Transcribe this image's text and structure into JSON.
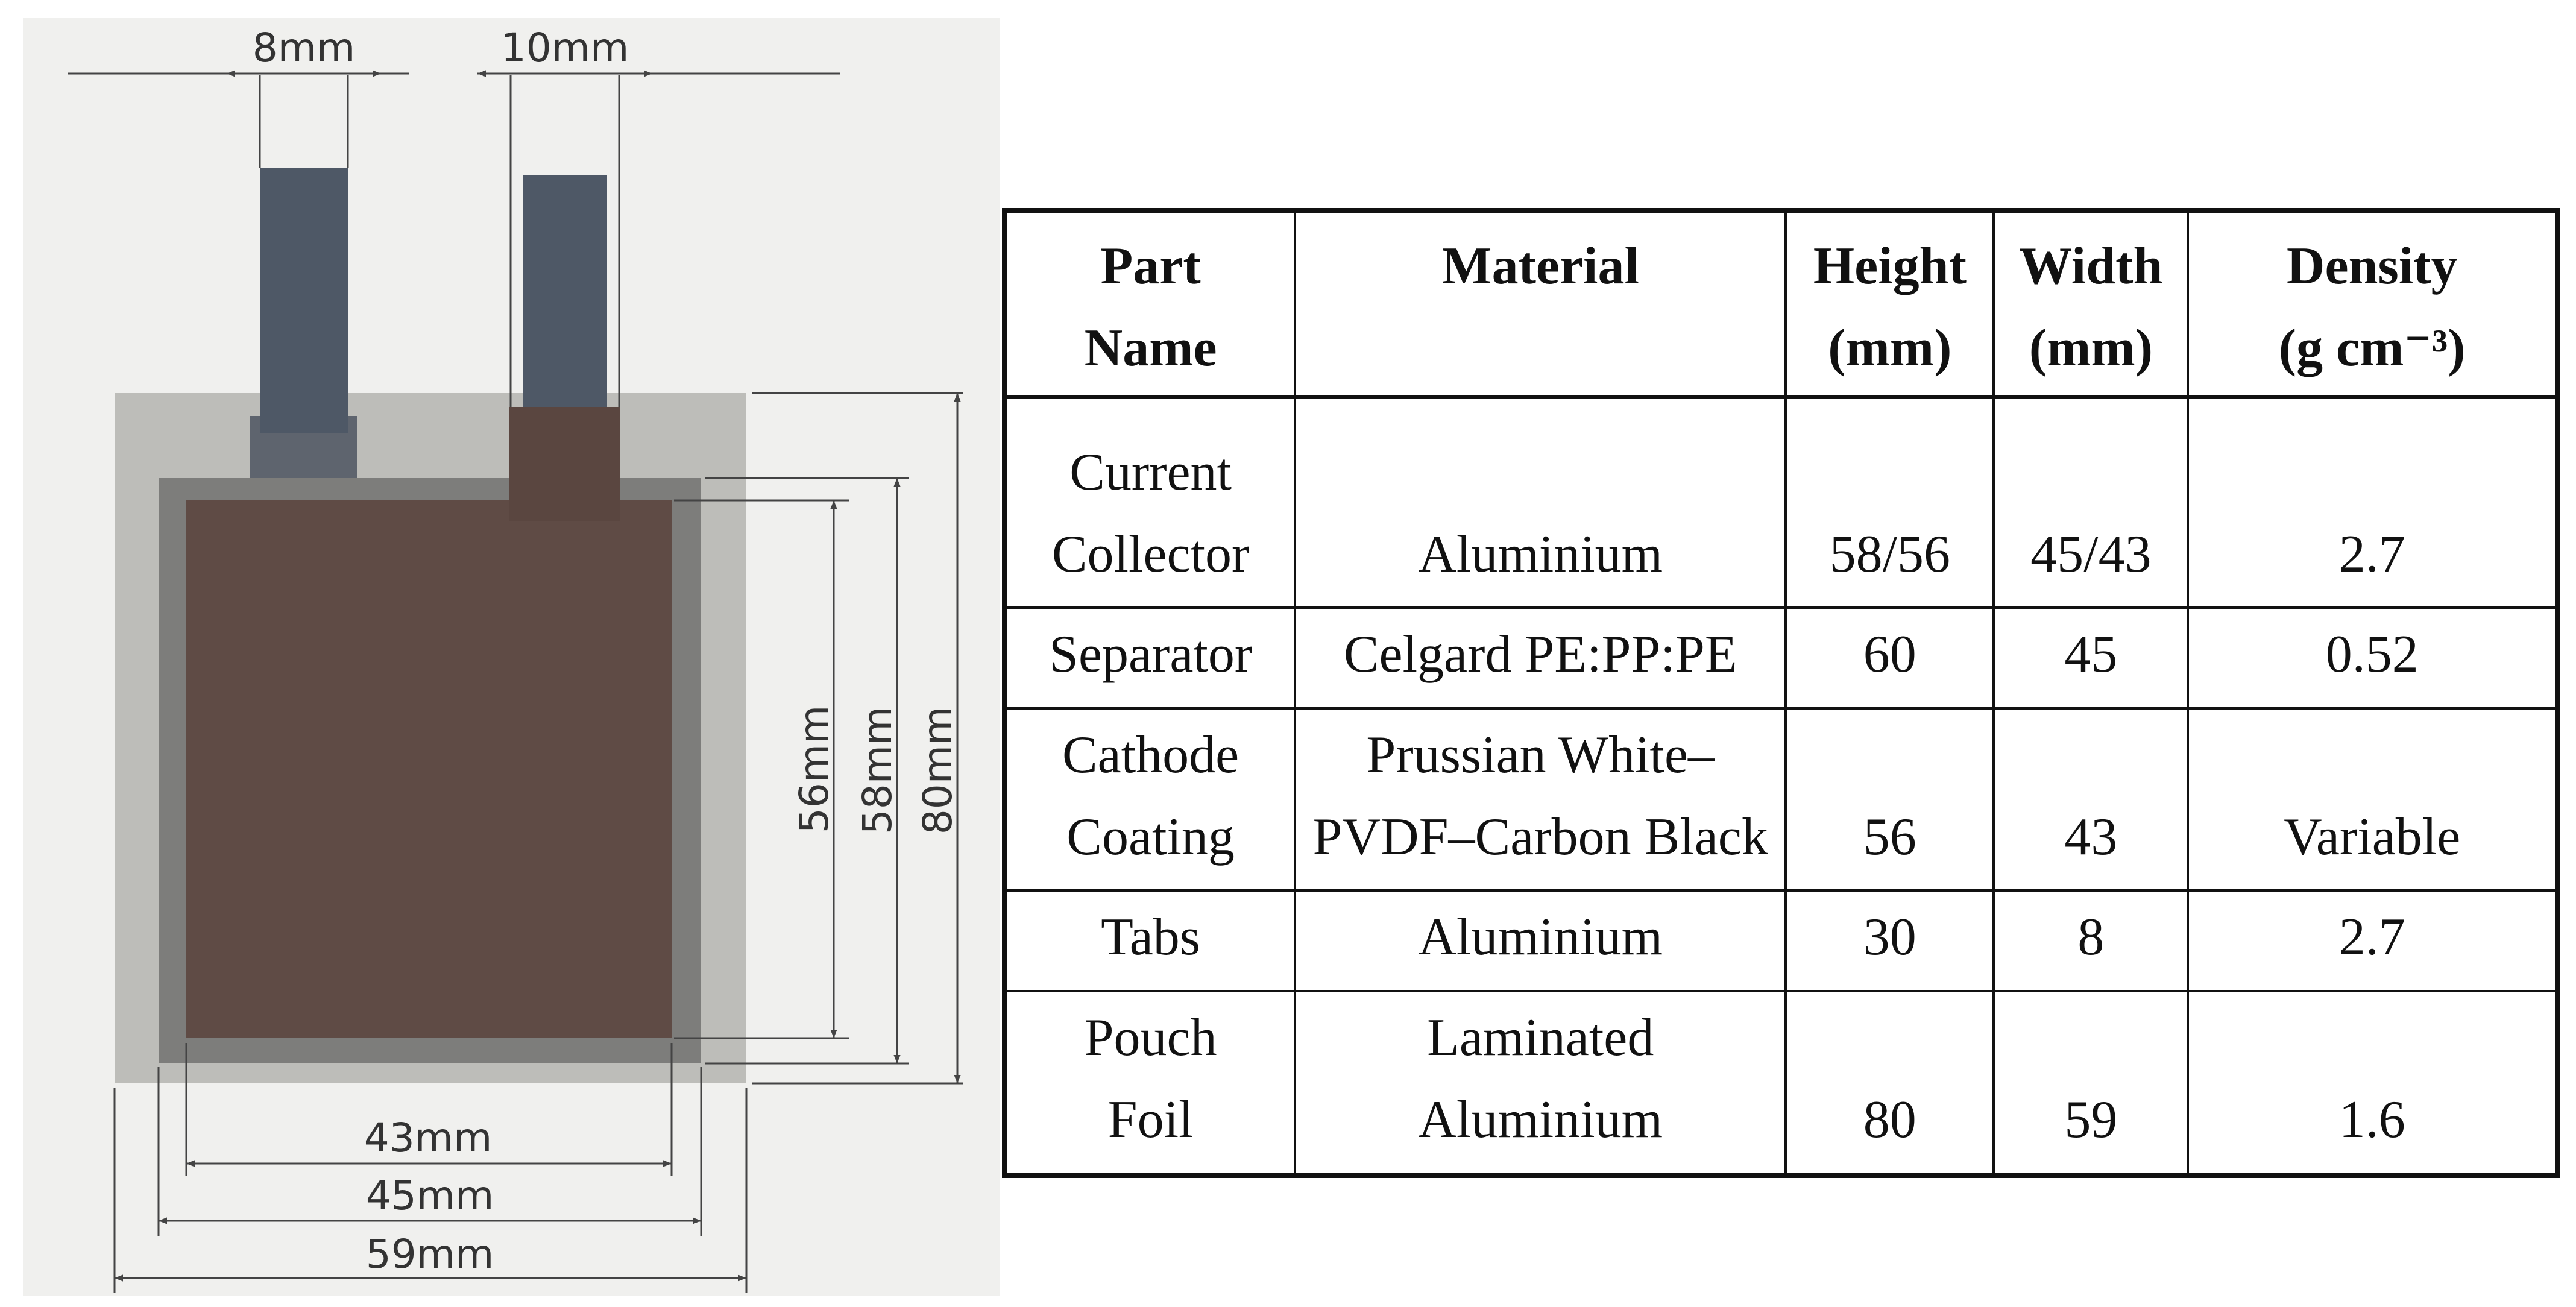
{
  "diagram": {
    "dimensions": {
      "tab_width": "8mm",
      "tab_width_2": "10mm",
      "coating_height": "56mm",
      "collector_height": "58mm",
      "pouch_height": "80mm",
      "coating_width": "43mm",
      "collector_width": "45mm",
      "pouch_width": "59mm"
    },
    "colors": {
      "panel_background": "#f0f0ee",
      "pouch": "#bdbdb9",
      "collector": "#7d7d7b",
      "coating": "#5f4b45",
      "tab": "#4e5866",
      "tab_base": "#5e646e",
      "tab_connector": "#5a4640",
      "dimension_line": "#444444"
    }
  },
  "table": {
    "headers": [
      [
        "Part",
        "Name"
      ],
      [
        "Material"
      ],
      [
        "Height",
        "(mm)"
      ],
      [
        "Width",
        "(mm)"
      ],
      [
        "Density",
        "(g cm⁻³)"
      ]
    ],
    "rows": [
      [
        [
          "Current",
          "Collector"
        ],
        [
          "Aluminium"
        ],
        [
          "58/56"
        ],
        [
          "45/43"
        ],
        [
          "2.7"
        ]
      ],
      [
        [
          "Separator"
        ],
        [
          "Celgard PE:PP:PE"
        ],
        [
          "60"
        ],
        [
          "45"
        ],
        [
          "0.52"
        ]
      ],
      [
        [
          "Cathode",
          "Coating"
        ],
        [
          "Prussian White–",
          "PVDF–Carbon Black"
        ],
        [
          "56"
        ],
        [
          "43"
        ],
        [
          "Variable"
        ]
      ],
      [
        [
          "Tabs"
        ],
        [
          "Aluminium"
        ],
        [
          "30"
        ],
        [
          "8"
        ],
        [
          "2.7"
        ]
      ],
      [
        [
          "Pouch",
          "Foil"
        ],
        [
          "Laminated",
          "Aluminium"
        ],
        [
          "80"
        ],
        [
          "59"
        ],
        [
          "1.6"
        ]
      ]
    ]
  }
}
